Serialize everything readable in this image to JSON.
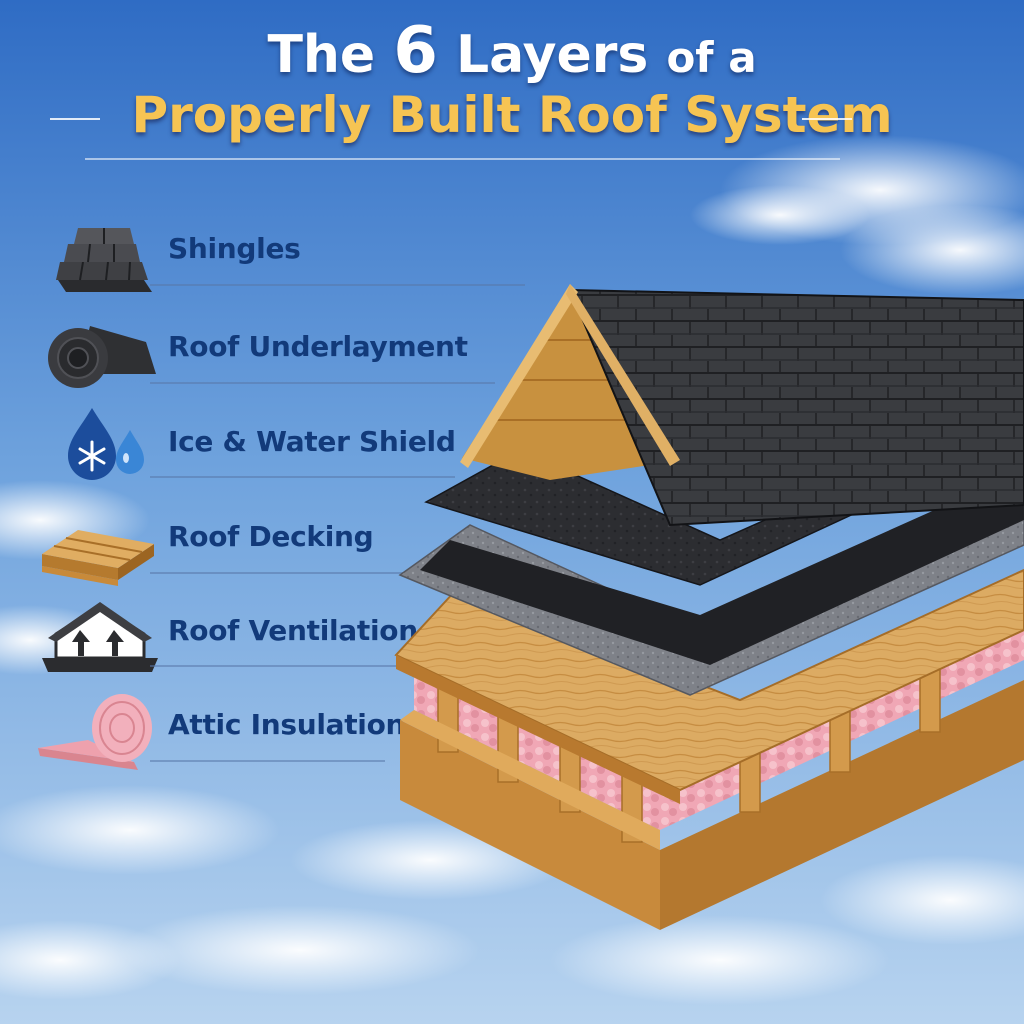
{
  "title": {
    "line1_prefix": "The",
    "line1_number": "6",
    "line1_word": "Layers",
    "line1_suffix": "of a",
    "line2": "Properly Built Roof System"
  },
  "layers": [
    {
      "label": "Shingles",
      "icon": "shingles-icon"
    },
    {
      "label": "Roof Underlayment",
      "icon": "underlayment-roll-icon"
    },
    {
      "label": "Ice & Water Shield",
      "icon": "water-drop-snowflake-icon"
    },
    {
      "label": "Roof Decking",
      "icon": "wood-planks-icon"
    },
    {
      "label": "Roof Ventilation",
      "icon": "house-vent-arrows-icon"
    },
    {
      "label": "Attic Insulation",
      "icon": "insulation-roll-icon"
    }
  ],
  "colors": {
    "title_white": "#ffffff",
    "title_gold": "#f6c453",
    "label_navy": "#123a7a",
    "shingle": "#3a3c40",
    "wood": "#d9a55a",
    "insulation": "#f0a7b5"
  }
}
